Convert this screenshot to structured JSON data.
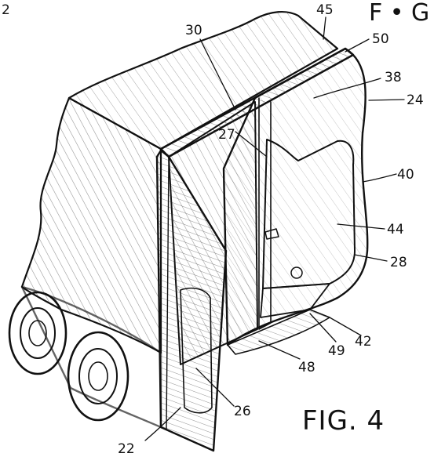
{
  "figure": {
    "label": "FIG. 4",
    "corner_fragment": "2",
    "top_fragment": "F • G ."
  },
  "labels": [
    {
      "id": "label-45",
      "text": "45"
    },
    {
      "id": "label-30",
      "text": "30"
    },
    {
      "id": "label-50",
      "text": "50"
    },
    {
      "id": "label-38",
      "text": "38"
    },
    {
      "id": "label-24",
      "text": "24"
    },
    {
      "id": "label-27",
      "text": "27"
    },
    {
      "id": "label-40",
      "text": "40"
    },
    {
      "id": "label-44",
      "text": "44"
    },
    {
      "id": "label-28",
      "text": "28"
    },
    {
      "id": "label-42",
      "text": "42"
    },
    {
      "id": "label-49",
      "text": "49"
    },
    {
      "id": "label-48",
      "text": "48"
    },
    {
      "id": "label-26",
      "text": "26"
    },
    {
      "id": "label-22",
      "text": "22"
    }
  ],
  "colors": {
    "ink": "#111111",
    "paper": "#ffffff"
  }
}
